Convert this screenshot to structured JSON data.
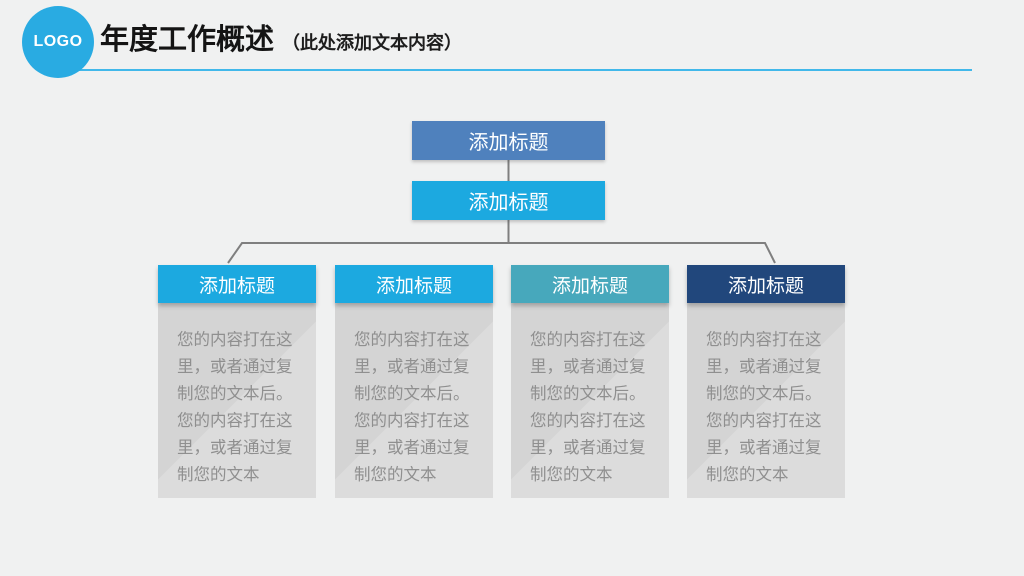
{
  "slide": {
    "background_color": "#f0f1f1"
  },
  "header": {
    "logo_text": "LOGO",
    "title": "年度工作概述",
    "subtitle": "（此处添加文本内容）",
    "accent_color": "#29abe2",
    "underline_color": "#41b8ea"
  },
  "tree": {
    "connector_color": "#7f7f7f",
    "root": {
      "label": "添加标题",
      "color": "#4f81bd"
    },
    "level2": {
      "label": "添加标题",
      "color": "#1ca9e0"
    },
    "columns": [
      {
        "title": "添加标题",
        "header_color": "#1ca9e0",
        "body": "您的内容打在这里，或者通过复制您的文本后。您的内容打在这里，或者通过复制您的文本"
      },
      {
        "title": "添加标题",
        "header_color": "#1ca9e0",
        "body": "您的内容打在这里，或者通过复制您的文本后。您的内容打在这里，或者通过复制您的文本"
      },
      {
        "title": "添加标题",
        "header_color": "#47a8bc",
        "body": "您的内容打在这里，或者通过复制您的文本后。您的内容打在这里，或者通过复制您的文本"
      },
      {
        "title": "添加标题",
        "header_color": "#21477c",
        "body": "您的内容打在这里，或者通过复制您的文本后。您的内容打在这里，或者通过复制您的文本"
      }
    ]
  }
}
